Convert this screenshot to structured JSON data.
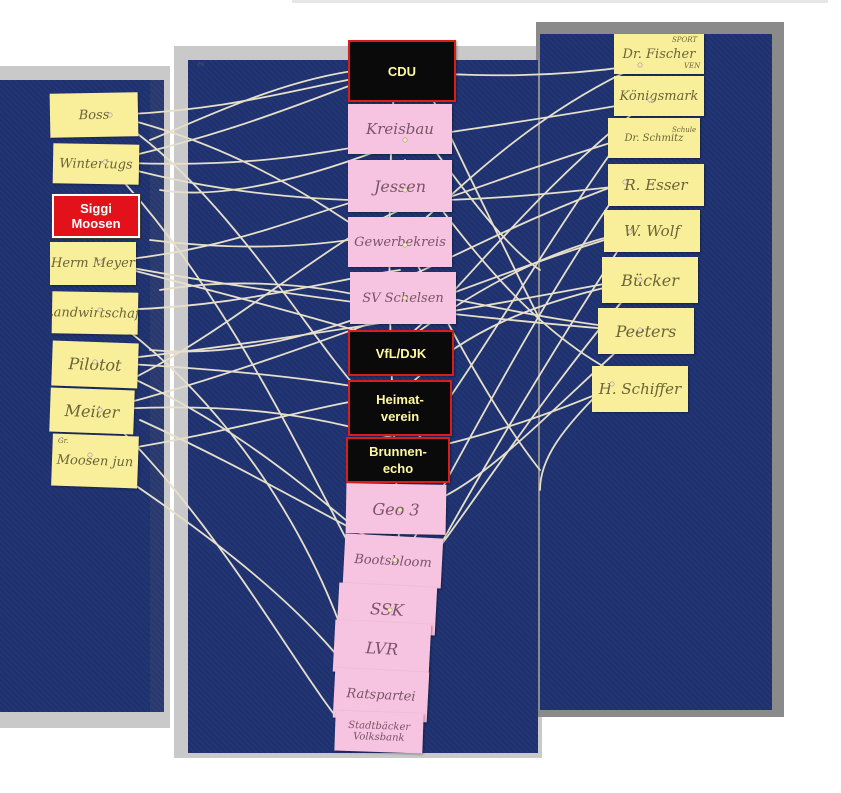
{
  "photo": {
    "board_color": "#1f3271",
    "string_color": "#e8e2cf",
    "frame_color": "#c9c9c9",
    "left_board": {
      "cards": [
        {
          "text": "Boss",
          "color": "yellow"
        },
        {
          "text": "Wintertugs",
          "color": "yellow"
        },
        {
          "text": "Siggi\nMoosen",
          "color": "red"
        },
        {
          "text": "Herm Meyer",
          "color": "yellow"
        },
        {
          "text": "Landwirtschaft",
          "color": "yellow"
        },
        {
          "text": "Pilotot",
          "color": "yellow"
        },
        {
          "text": "Meiter",
          "color": "yellow"
        },
        {
          "text": "Moosen jun",
          "color": "yellow",
          "note": "Gr."
        }
      ]
    },
    "middle_board": {
      "cards": [
        {
          "text": "CDU",
          "color": "black"
        },
        {
          "text": "Kreisbau",
          "color": "pink"
        },
        {
          "text": "Jessen",
          "color": "pink"
        },
        {
          "text": "Gewerbekreis",
          "color": "pink"
        },
        {
          "text": "SV Schelsen",
          "color": "pink"
        },
        {
          "text": "VfL/DJK",
          "color": "black"
        },
        {
          "text": "Heimat-\nverein",
          "color": "black"
        },
        {
          "text": "Brunnen-\necho",
          "color": "black"
        },
        {
          "text": "Geo 3",
          "color": "pink"
        },
        {
          "text": "Bootsbloom",
          "color": "pink"
        },
        {
          "text": "SSK",
          "color": "pink"
        },
        {
          "text": "LVR",
          "color": "pink"
        },
        {
          "text": "Ratspartei",
          "color": "pink"
        },
        {
          "text": "Stadtbäcker Volksbank",
          "color": "pink"
        }
      ]
    },
    "right_board": {
      "cards": [
        {
          "text": "Dr. Fischer",
          "color": "yellow",
          "note_top": "SPORT",
          "note_side": "VEN"
        },
        {
          "text": "Königsmark",
          "color": "yellow"
        },
        {
          "text": "Dr. Schmitz",
          "color": "yellow",
          "note_side": "Schule"
        },
        {
          "text": "R. Esser",
          "color": "yellow"
        },
        {
          "text": "W. Wolf",
          "color": "yellow"
        },
        {
          "text": "Bücker",
          "color": "yellow"
        },
        {
          "text": "Peeters",
          "color": "yellow"
        },
        {
          "text": "H. Schiffer",
          "color": "yellow"
        }
      ]
    }
  }
}
